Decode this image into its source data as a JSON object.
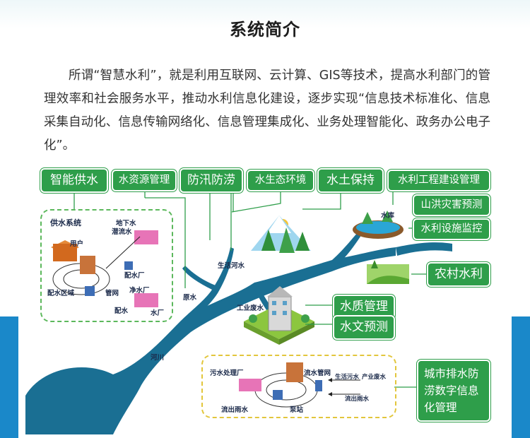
{
  "title": "系统简介",
  "intro": "所谓“智慧水利”，就是利用互联网、云计算、GIS等技术，提高水利部门的管理效率和社会服务水平，推动水利信息化建设，逐步实现“信息技术标准化、信息采集自动化、信息传输网络化、信息管理集成化、业务处理智能化、政务办公电子化”。",
  "labels": {
    "zhineng_gongshui": "智能供水",
    "shui_ziyuan": "水资源管理",
    "fangxun": "防汛防涝",
    "shengtai": "水生态环境",
    "shuitu": "水土保持",
    "gongcheng": "水利工程建设管理",
    "shanhong": "山洪灾害预测",
    "sheshi": "水利设施监控",
    "nongcun": "农村水利",
    "shuizhi": "水质管理",
    "shuiwen": "水文预测",
    "chengshi": "城市排水防涝数字信息化管理"
  },
  "supply": {
    "title": "供水系统",
    "dixiashui": "地下水",
    "qianliushui": "潜流水",
    "yonghu": "用户",
    "peishuichang": "配水厂",
    "peishuiquyu": "配水区域",
    "guanwang": "管网",
    "jingshui": "净水厂",
    "peishui": "配水",
    "shuichang": "水厂"
  },
  "map": {
    "yuanshui": "原水",
    "shenghuo_heshui": "生活河水",
    "shuiku": "水库",
    "gongye_feishui": "工业废水",
    "hechuan": "河川"
  },
  "sewage": {
    "chuli": "污水处理厂",
    "liuchu_yushui": "流出雨水",
    "bengzhan": "泵站",
    "guanwang": "流水管网",
    "shenghuo_wushui": "生活污水",
    "chanye_feishui": "产业废水",
    "liuchu_yushui2": "流出雨水"
  },
  "colors": {
    "green": "#2e9e4a",
    "river": "#1a6f93",
    "blue": "#1a88c9",
    "box_border_green": "#5cb85c",
    "box_border_yellow": "#e2c63c"
  }
}
